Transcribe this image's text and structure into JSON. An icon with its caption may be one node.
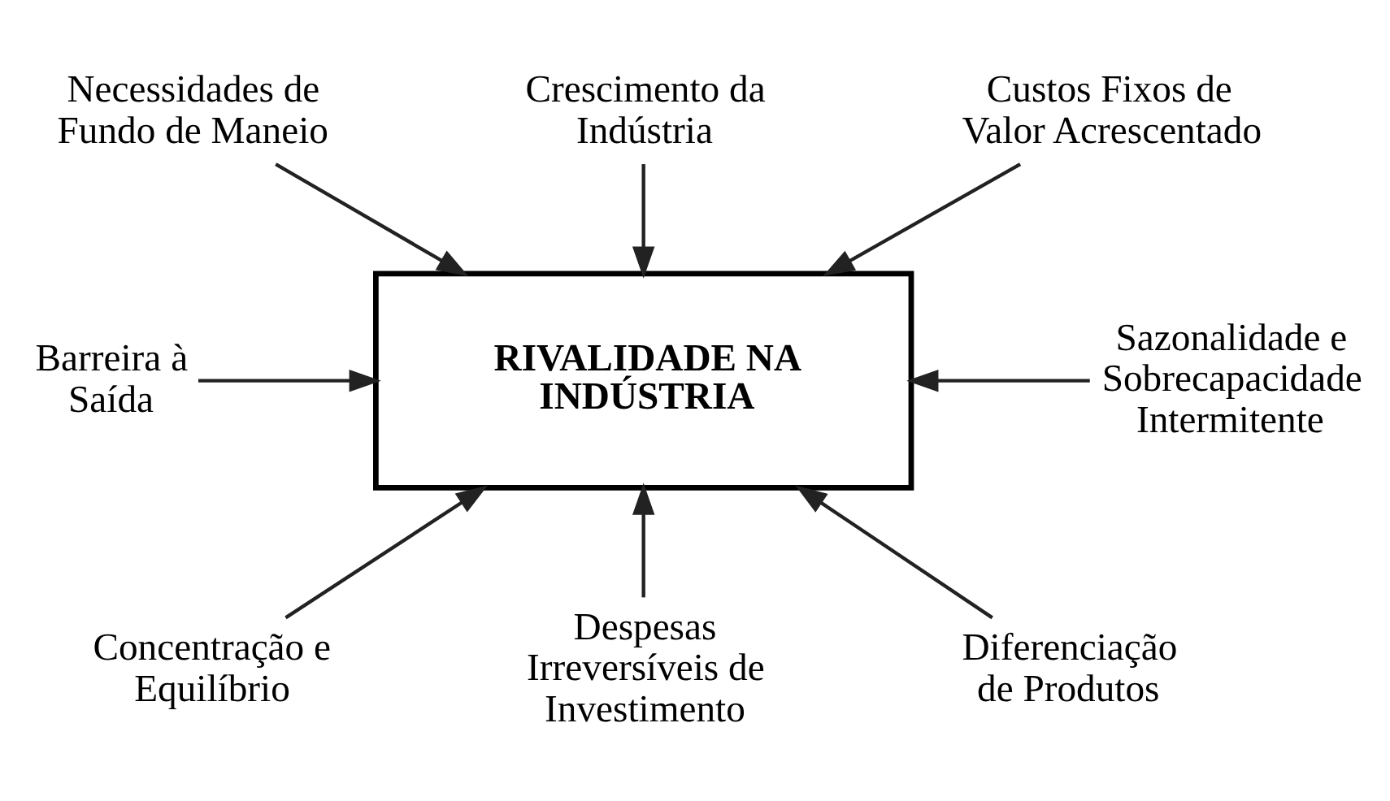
{
  "diagram": {
    "nodes": [
      {
        "text": [
          "Necessidades de Fundo de Maneio"
        ]
      },
      {
        "text": [
          "Crescimento da Indústria"
        ]
      },
      {
        "text": [
          "Custos Fixos de Valor Acrescentado"
        ]
      },
      {
        "text": [
          "Barreira à Saída"
        ]
      },
      {
        "text": [
          "RIVALIDADE NA INDÚSTRIA"
        ]
      },
      {
        "text": [
          "Sazonalidade e Sobrecapacidade Intermitente"
        ]
      },
      {
        "text": [
          "Concentração e Equilíbrio"
        ]
      },
      {
        "text": [
          "Despesas Irreversíveis de Investimento"
        ]
      },
      {
        "text": [
          "Diferenciação de Produtos"
        ]
      }
    ],
    "edges": [
      {
        "from": 0,
        "to": 4,
        "arrow": "to"
      },
      {
        "from": 1,
        "to": 4,
        "arrow": "to"
      },
      {
        "from": 2,
        "to": 4,
        "arrow": "to"
      },
      {
        "from": 3,
        "to": 4,
        "arrow": "to"
      },
      {
        "from": 5,
        "to": 4,
        "arrow": "to"
      },
      {
        "from": 6,
        "to": 4,
        "arrow": "to"
      },
      {
        "from": 7,
        "to": 4,
        "arrow": "to"
      },
      {
        "from": 8,
        "to": 4,
        "arrow": "to"
      }
    ]
  }
}
